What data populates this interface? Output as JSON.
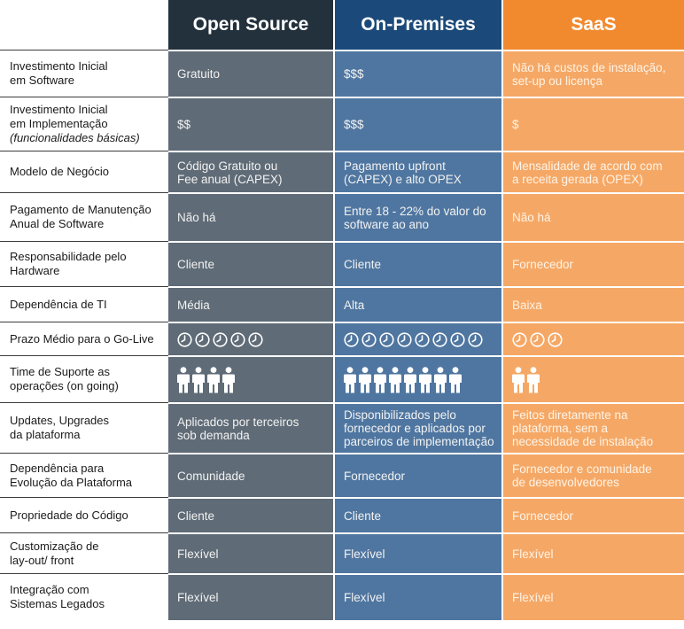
{
  "columns": [
    "Open Source",
    "On-Premises",
    "SaaS"
  ],
  "colors": {
    "open_source_header": "#23313d",
    "on_premises_header": "#1b4a7a",
    "saas_header": "#f18a2f",
    "open_source_cell": "#5f6b76",
    "on_premises_cell": "#4f76a0",
    "saas_cell": "#f5a866"
  },
  "rows": [
    {
      "label": [
        "Investimento Inicial",
        "em Software"
      ],
      "type": "text",
      "values": [
        [
          "Gratuito"
        ],
        [
          "$$$"
        ],
        [
          "Não há custos de instalação,",
          "set-up ou licença"
        ]
      ]
    },
    {
      "label": [
        "Investimento Inicial",
        "em Implementação"
      ],
      "label_italic": "(funcionalidades básicas)",
      "type": "text",
      "values": [
        [
          "$$"
        ],
        [
          "$$$"
        ],
        [
          "$"
        ]
      ]
    },
    {
      "label": [
        "Modelo de Negócio"
      ],
      "type": "text",
      "values": [
        [
          "Código Gratuito ou",
          "Fee anual (CAPEX)"
        ],
        [
          "Pagamento upfront",
          "(CAPEX) e alto OPEX"
        ],
        [
          "Mensalidade de acordo com",
          "a receita gerada (OPEX)"
        ]
      ]
    },
    {
      "label": [
        "Pagamento de Manutenção",
        "Anual de Software"
      ],
      "type": "text",
      "values": [
        [
          "Não há"
        ],
        [
          "Entre 18 - 22% do valor do",
          "software ao ano"
        ],
        [
          "Não há"
        ]
      ]
    },
    {
      "label": [
        "Responsabilidade pelo",
        "Hardware"
      ],
      "type": "text",
      "values": [
        [
          "Cliente"
        ],
        [
          "Cliente"
        ],
        [
          "Fornecedor"
        ]
      ]
    },
    {
      "label": [
        "Dependência de TI"
      ],
      "type": "text",
      "values": [
        [
          "Média"
        ],
        [
          "Alta"
        ],
        [
          "Baixa"
        ]
      ]
    },
    {
      "label": [
        "Prazo Médio para o Go-Live"
      ],
      "type": "icons",
      "icon": "clock-icon",
      "values": [
        5,
        8,
        3
      ]
    },
    {
      "label": [
        "Time de Suporte as",
        "operações (on going)"
      ],
      "type": "icons",
      "icon": "person-icon",
      "values": [
        4,
        8,
        2
      ]
    },
    {
      "label": [
        "Updates, Upgrades",
        "da plataforma"
      ],
      "type": "text",
      "values": [
        [
          "Aplicados por terceiros",
          "sob demanda"
        ],
        [
          "Disponibilizados pelo",
          "fornecedor e aplicados por",
          "parceiros de implementação"
        ],
        [
          "Feitos diretamente na",
          "plataforma, sem a",
          "necessidade de instalação"
        ]
      ]
    },
    {
      "label": [
        "Dependência para",
        "Evolução da Plataforma"
      ],
      "type": "text",
      "values": [
        [
          "Comunidade"
        ],
        [
          "Fornecedor"
        ],
        [
          "Fornecedor e comunidade",
          "de desenvolvedores"
        ]
      ]
    },
    {
      "label": [
        "Propriedade do Código"
      ],
      "type": "text",
      "values": [
        [
          "Cliente"
        ],
        [
          "Cliente"
        ],
        [
          "Fornecedor"
        ]
      ]
    },
    {
      "label": [
        "Customização de",
        "lay-out/ front"
      ],
      "type": "text",
      "values": [
        [
          "Flexível"
        ],
        [
          "Flexível"
        ],
        [
          "Flexível"
        ]
      ]
    },
    {
      "label": [
        "Integração com",
        "Sistemas Legados"
      ],
      "type": "text",
      "values": [
        [
          "Flexível"
        ],
        [
          "Flexível"
        ],
        [
          "Flexível"
        ]
      ]
    }
  ]
}
